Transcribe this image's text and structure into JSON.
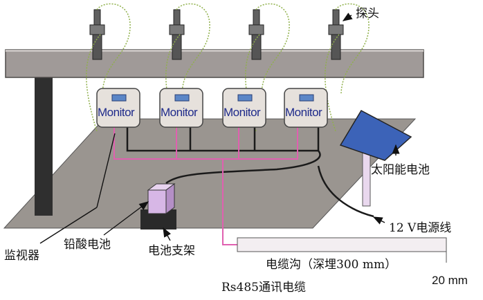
{
  "labels": {
    "probe": "探头",
    "solar_panel": "太阳能电池",
    "power_line": "12  V电源线",
    "monitor": "监视器",
    "lead_acid_battery": "铅酸电池",
    "battery_stand": "电池支架",
    "cable_trench": "电缆沟（深埋300 mm）",
    "trench_width": "20 mm",
    "comm_cable": "Rs485通讯电缆"
  },
  "monitors": [
    {
      "label": "Monitor"
    },
    {
      "label": "Monitor"
    },
    {
      "label": "Monitor"
    },
    {
      "label": "Monitor"
    }
  ],
  "colors": {
    "beam": "#a09a98",
    "ground": "#9a9590",
    "post": "#2f2f2f",
    "monitor_box": "#e6e1dc",
    "monitor_screen": "#5b86c7",
    "monitor_text": "#1e2a8a",
    "probe_wire": "#8fb04a",
    "comm_wire": "#e060b0",
    "power_wire": "#1a1a1a",
    "solar_panel": "#3c63b8",
    "battery": "#d7b7e6",
    "battery_stand": "#2a2a2a",
    "trench": "#f3eef1"
  }
}
